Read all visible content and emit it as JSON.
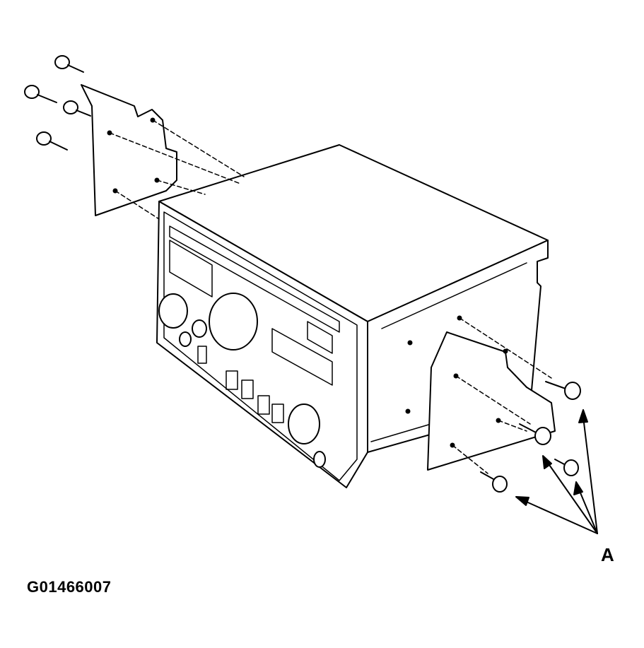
{
  "figure": {
    "id": "G01466007",
    "callouts": [
      {
        "label": "A",
        "refers_to": "mounting bolts (right bracket)",
        "arrow_count": 4
      }
    ],
    "components": {
      "unit": "audio/radio head unit",
      "left_bracket": "left mounting bracket",
      "right_bracket": "right mounting bracket",
      "left_bolts": 4,
      "right_bolts": 4
    }
  }
}
